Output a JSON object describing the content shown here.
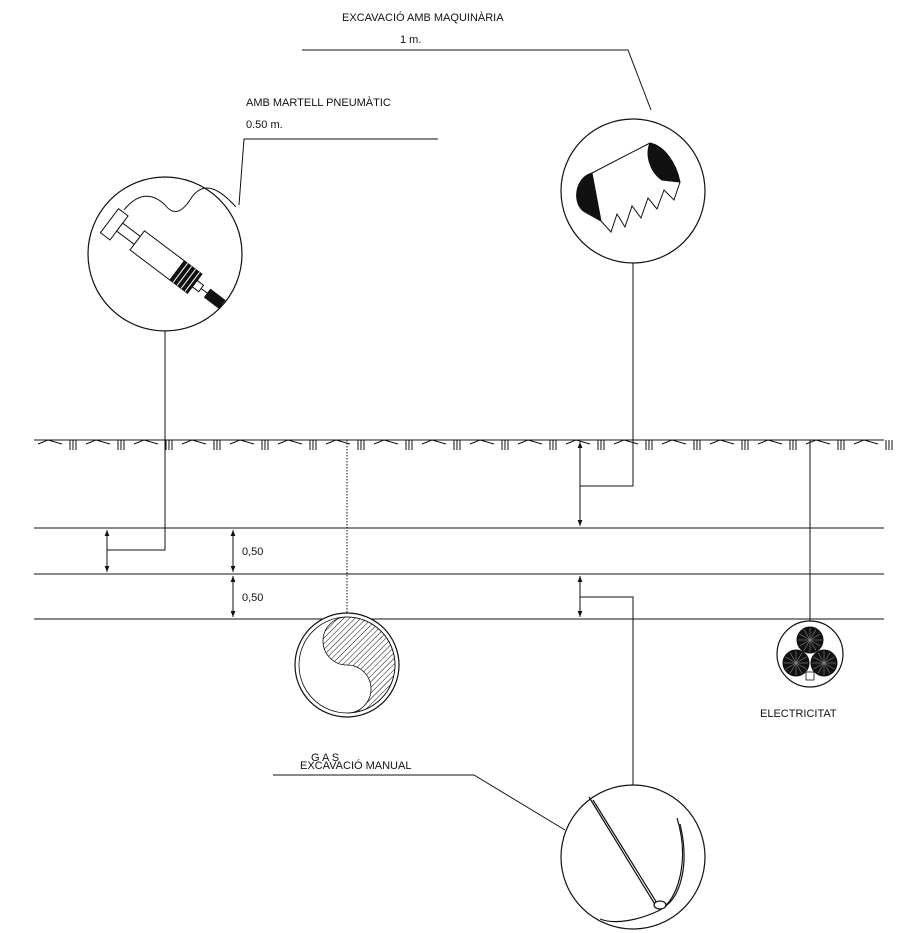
{
  "labels": {
    "machinery_title": "EXCAVACIÓ AMB MAQUINÀRIA",
    "machinery_depth": "1 m.",
    "hammer_title": "AMB MARTELL PNEUMÀTIC",
    "hammer_depth": "0.50 m.",
    "manual_title": "EXCAVACIÓ MANUAL",
    "gas_label": "G A S",
    "electricity_label": "ELECTRICITAT"
  },
  "dimensions": {
    "upper_layer": "0,50",
    "lower_layer": "0,50"
  },
  "icons": {
    "hammer": "pneumatic-hammer-icon",
    "bucket": "excavator-bucket-icon",
    "pickaxe": "pickaxe-icon",
    "gas": "gas-pipe-icon",
    "electric": "electric-cable-icon"
  }
}
